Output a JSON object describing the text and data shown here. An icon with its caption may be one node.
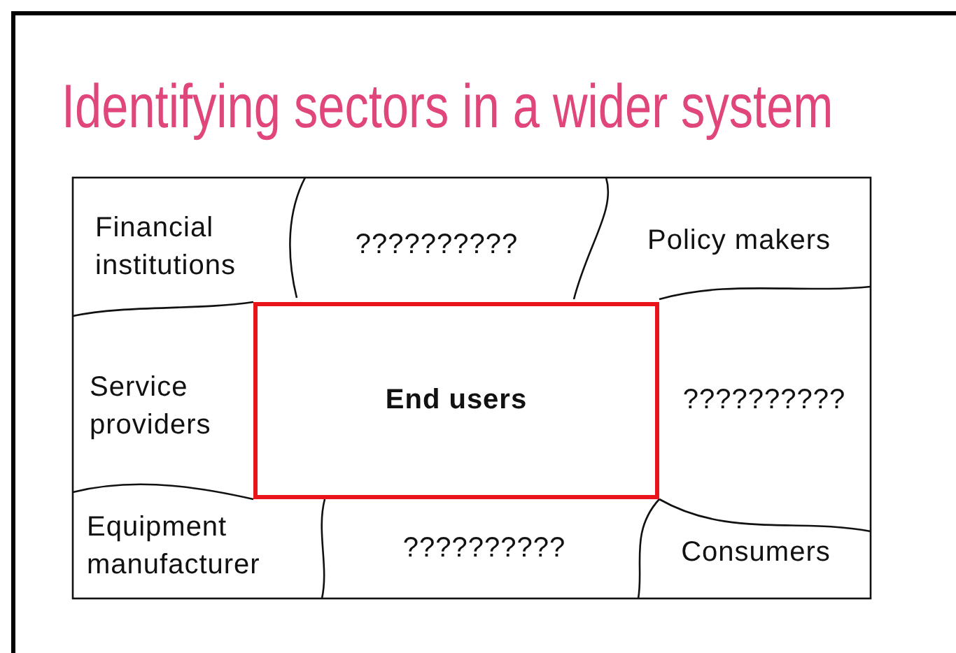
{
  "diagram": {
    "title": "Identifying sectors in a wider system",
    "nodes": [
      {
        "text": [
          "Financial institutions"
        ]
      },
      {
        "text": [
          "??????????"
        ]
      },
      {
        "text": [
          "Policy makers"
        ]
      },
      {
        "text": [
          "Service providers"
        ]
      },
      {
        "text": [
          "End users"
        ]
      },
      {
        "text": [
          "??????????"
        ]
      },
      {
        "text": [
          "Equipment manufacturer"
        ]
      },
      {
        "text": [
          "??????????"
        ]
      },
      {
        "text": [
          "Consumers"
        ]
      }
    ]
  }
}
